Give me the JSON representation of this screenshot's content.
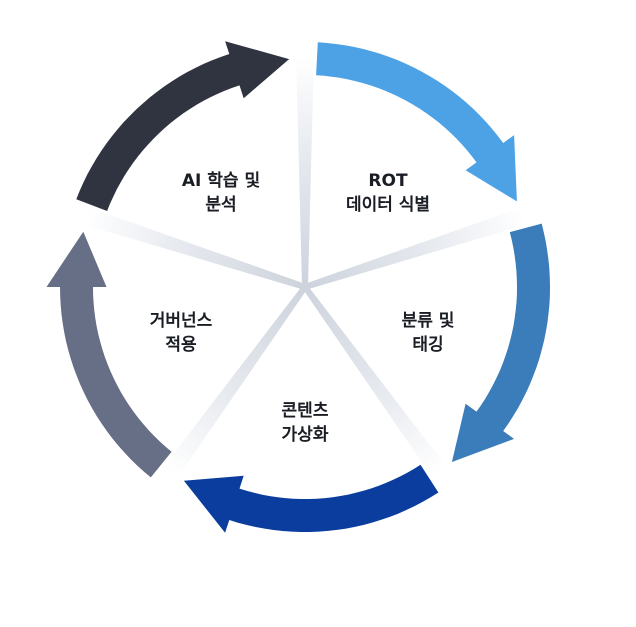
{
  "stages": [
    {
      "lines": [
        "ROT",
        "데이터 식별"
      ],
      "color": "#4da2e6"
    },
    {
      "lines": [
        "분류 및",
        "태깅"
      ],
      "color": "#3a7dba"
    },
    {
      "lines": [
        "콘텐츠",
        "가상화"
      ],
      "color": "#0a3d9e"
    },
    {
      "lines": [
        "거버넌스",
        "적용"
      ],
      "color": "#676f86"
    },
    {
      "lines": [
        "AI 학습 및",
        "분석"
      ],
      "color": "#2f3440"
    }
  ]
}
